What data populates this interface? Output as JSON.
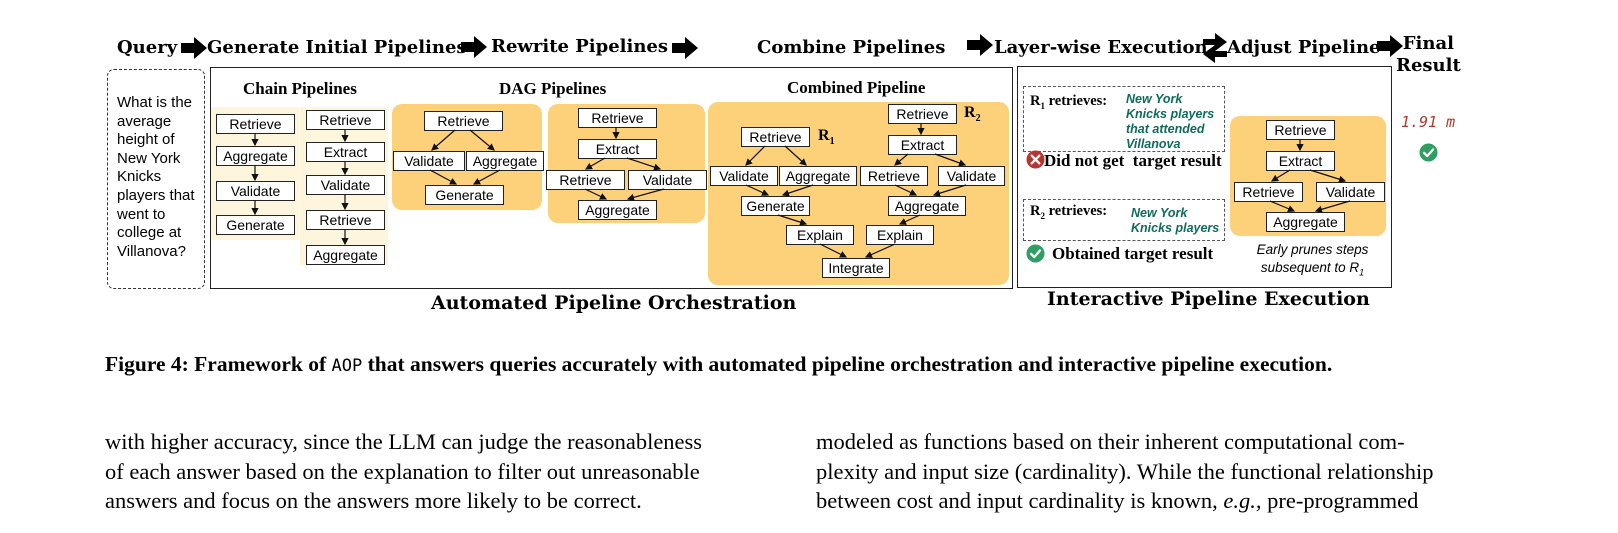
{
  "stages": {
    "query": "Query",
    "generate": "Generate Initial Pipelines",
    "rewrite": "Rewrite Pipelines",
    "combine": "Combine Pipelines",
    "layerwise": "Layer-wise Execution",
    "adjust": "Adjust  Pipeline",
    "final": "Final\nResult"
  },
  "query_text": "What is the average height of New York Knicks players that went to college at Villanova?",
  "chain": {
    "title": "Chain Pipelines",
    "p1": [
      "Retrieve",
      "Aggregate",
      "Validate",
      "Generate"
    ],
    "p2": [
      "Retrieve",
      "Extract",
      "Validate",
      "Retrieve",
      "Aggregate"
    ]
  },
  "dag": {
    "title": "DAG Pipelines",
    "p1": {
      "retrieve": "Retrieve",
      "validate": "Validate",
      "aggregate": "Aggregate",
      "generate": "Generate"
    },
    "p2": {
      "retrieve": "Retrieve",
      "extract": "Extract",
      "retrieve2": "Retrieve",
      "validate": "Validate",
      "aggregate": "Aggregate"
    }
  },
  "combined": {
    "title": "Combined Pipeline",
    "r1": "R",
    "r1_sub": "1",
    "r2": "R",
    "r2_sub": "2",
    "nodes": {
      "retrieve_a": "Retrieve",
      "retrieve_b": "Retrieve",
      "extract": "Extract",
      "validate_a": "Validate",
      "aggregate_a": "Aggregate",
      "retrieve_c": "Retrieve",
      "validate_b": "Validate",
      "generate": "Generate",
      "aggregate_b": "Aggregate",
      "explain_a": "Explain",
      "explain_b": "Explain",
      "integrate": "Integrate"
    }
  },
  "execution": {
    "r1_label": "R",
    "r1_sub": "1",
    "retrieves": "retrieves:",
    "r1_result": "New York Knicks players that attended Villanova",
    "fail_text": "Did not get  target result",
    "r2_label": "R",
    "r2_sub": "2",
    "r2_result": "New York Knicks players",
    "success_text": "Obtained target result",
    "adjusted": {
      "retrieve": "Retrieve",
      "extract": "Extract",
      "retrieve2": "Retrieve",
      "validate": "Validate",
      "aggregate": "Aggregate"
    },
    "note": "Early prunes steps subsequent to R",
    "note_sub": "1"
  },
  "final_value": "1.91 m",
  "section_labels": {
    "orchestration": "Automated Pipeline Orchestration",
    "execution": "Interactive Pipeline Execution"
  },
  "caption": {
    "prefix": "Figure 4: Framework of ",
    "system": "AOP",
    "suffix": " that answers queries accurately with automated pipeline orchestration and interactive pipeline execution."
  },
  "body_left": [
    "with higher accuracy, since the LLM can judge the reasonableness",
    "of each answer based on the explanation to filter out unreasonable",
    "answers and focus on the answers more likely to be correct."
  ],
  "body_right": [
    "modeled as functions based on their inherent computational com-",
    "plexity and input size (cardinality). While the functional relationship",
    "between cost and input cardinality is known, ",
    "e.g.,",
    " pre-programmed"
  ],
  "colors": {
    "accent_yellow": "#fcd17a",
    "pale_yellow": "#fdf6dc",
    "teal": "#0f6b5a",
    "fail_red": "#b83232",
    "success_green": "#2e9e62",
    "final_red": "#b03a2e"
  }
}
